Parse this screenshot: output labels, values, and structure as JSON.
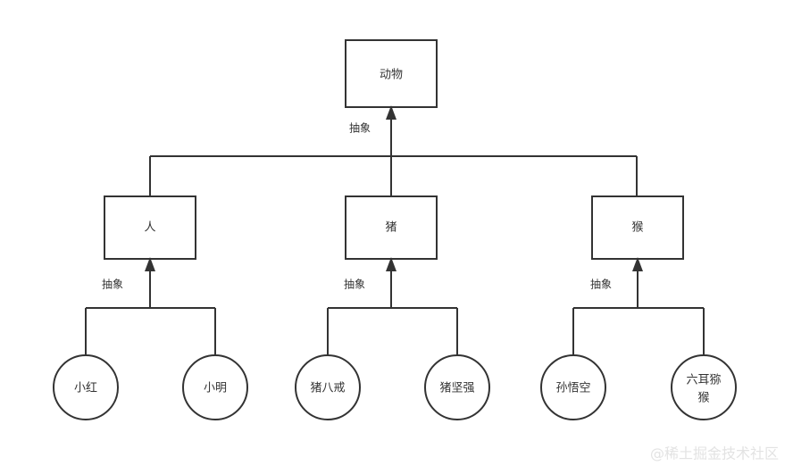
{
  "diagram": {
    "type": "inheritance-tree",
    "root": {
      "id": "animal",
      "label": "动物",
      "shape": "rectangle"
    },
    "level2": [
      {
        "id": "person",
        "label": "人",
        "shape": "rectangle"
      },
      {
        "id": "pig",
        "label": "猪",
        "shape": "rectangle"
      },
      {
        "id": "monkey",
        "label": "猴",
        "shape": "rectangle"
      }
    ],
    "level3": [
      {
        "id": "xiaohong",
        "label": "小红",
        "shape": "circle",
        "parent": "person"
      },
      {
        "id": "xiaoming",
        "label": "小明",
        "shape": "circle",
        "parent": "person"
      },
      {
        "id": "zhubajie",
        "label": "猪八戒",
        "shape": "circle",
        "parent": "pig"
      },
      {
        "id": "zhujianqiang",
        "label": "猪坚强",
        "shape": "circle",
        "parent": "pig"
      },
      {
        "id": "sunwukong",
        "label": "孙悟空",
        "shape": "circle",
        "parent": "monkey"
      },
      {
        "id": "liuermihou",
        "label_line1": "六耳猕",
        "label_line2": "猴",
        "label": "六耳猕猴",
        "shape": "circle",
        "parent": "monkey"
      }
    ],
    "edge_labels": {
      "root_edge": "抽象",
      "person_edge": "抽象",
      "pig_edge": "抽象",
      "monkey_edge": "抽象"
    },
    "colors": {
      "background": "#ffffff",
      "stroke": "#333333",
      "text": "#333333",
      "watermark": "#e3e3e3"
    }
  },
  "watermark": {
    "text": "@稀土掘金技术社区"
  }
}
